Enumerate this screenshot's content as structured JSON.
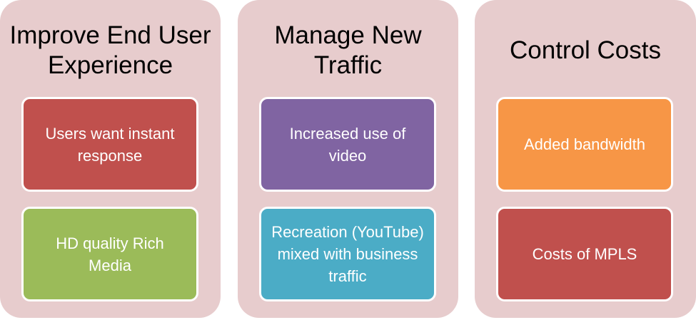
{
  "columns": [
    {
      "title": "Improve End User Experience",
      "cards": [
        {
          "text": "Users want instant response",
          "color": "#c0504d"
        },
        {
          "text": "HD quality Rich Media",
          "color": "#9bbb59"
        }
      ]
    },
    {
      "title": "Manage New Traffic",
      "cards": [
        {
          "text": "Increased use of video",
          "color": "#8064a2"
        },
        {
          "text": "Recreation (YouTube)  mixed with business traffic",
          "color": "#4bacc6"
        }
      ]
    },
    {
      "title": "Control Costs",
      "cards": [
        {
          "text": "Added bandwidth",
          "color": "#f79646"
        },
        {
          "text": "Costs of MPLS",
          "color": "#c0504d"
        }
      ]
    }
  ],
  "panel_color": "#e7cccd"
}
